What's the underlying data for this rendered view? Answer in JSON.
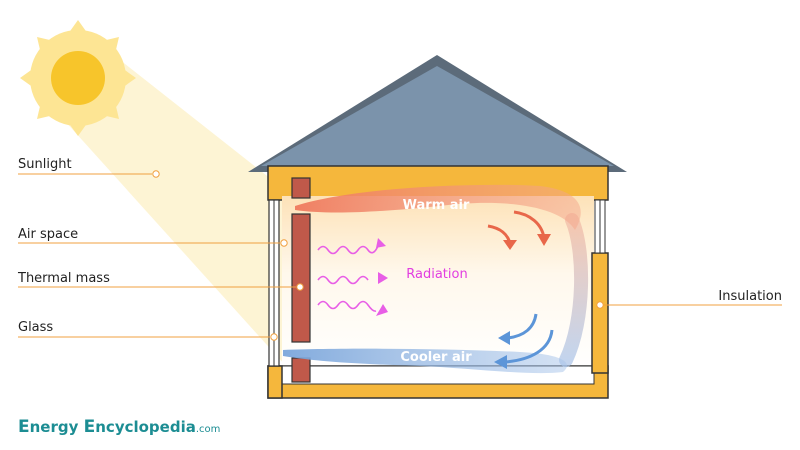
{
  "labels": {
    "sunlight": "Sunlight",
    "air_space": "Air space",
    "thermal_mass": "Thermal mass",
    "glass": "Glass",
    "insulation": "Insulation",
    "warm_air": "Warm air",
    "cooler_air": "Cooler air",
    "radiation": "Radiation"
  },
  "logo": {
    "word1_initial": "E",
    "word1_rest": "nergy ",
    "word2_initial": "E",
    "word2_rest": "ncyclopedia",
    "suffix": ".com"
  },
  "colors": {
    "sun": "#f7c52b",
    "sun_rays": "#fbe392",
    "roof": "#7a93ab",
    "wall": "#f5b73c",
    "thermal_mass": "#c0594a",
    "warm_flow": "#e8674a",
    "cool_flow": "#5c95d8",
    "radiation": "#e23ee0",
    "leader_lines": "#f0a040",
    "logo": "#1c8d93"
  }
}
